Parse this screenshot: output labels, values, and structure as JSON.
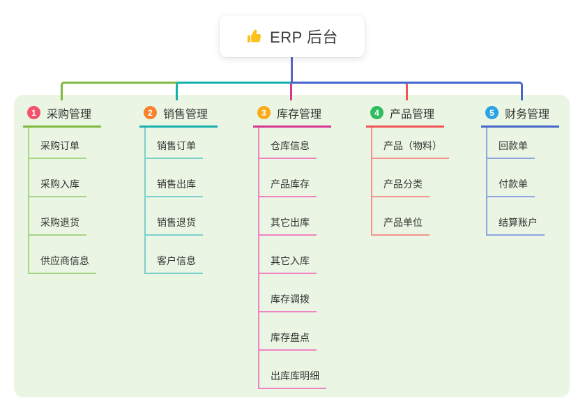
{
  "colors": {
    "panel_bg": "#eaf6e3",
    "stem_line": "#5a68c4",
    "card_bg": "#ffffff",
    "title_text": "#3a3a3a",
    "node_text": "#333333",
    "badge_number_text": "#ffffff",
    "thumbs_up_icon": "#fcc21c"
  },
  "root": {
    "title": "ERP 后台",
    "icon": "thumbs-up-icon"
  },
  "branches": [
    {
      "index": "1",
      "label": "采购管理",
      "badge_color": "#f4516c",
      "line_color": "#7eba3d",
      "sub_line_color": "#a6d583",
      "items": [
        "采购订单",
        "采购入库",
        "采购退货",
        "供应商信息"
      ]
    },
    {
      "index": "2",
      "label": "销售管理",
      "badge_color": "#f9822f",
      "line_color": "#16b1ae",
      "sub_line_color": "#7bd0cc",
      "items": [
        "销售订单",
        "销售出库",
        "销售退货",
        "客户信息"
      ]
    },
    {
      "index": "3",
      "label": "库存管理",
      "badge_color": "#fbab19",
      "line_color": "#d6368f",
      "sub_line_color": "#ef83c4",
      "items": [
        "仓库信息",
        "产品库存",
        "其它出库",
        "其它入库",
        "库存调拨",
        "库存盘点",
        "出库库明细"
      ]
    },
    {
      "index": "4",
      "label": "产品管理",
      "badge_color": "#2ebd5f",
      "line_color": "#f15558",
      "sub_line_color": "#f5938f",
      "items": [
        "产品（物料）",
        "产品分类",
        "产品单位"
      ]
    },
    {
      "index": "5",
      "label": "财务管理",
      "badge_color": "#2ba2e5",
      "line_color": "#4466cb",
      "sub_line_color": "#90a5e2",
      "items": [
        "回款单",
        "付款单",
        "结算账户"
      ]
    }
  ]
}
